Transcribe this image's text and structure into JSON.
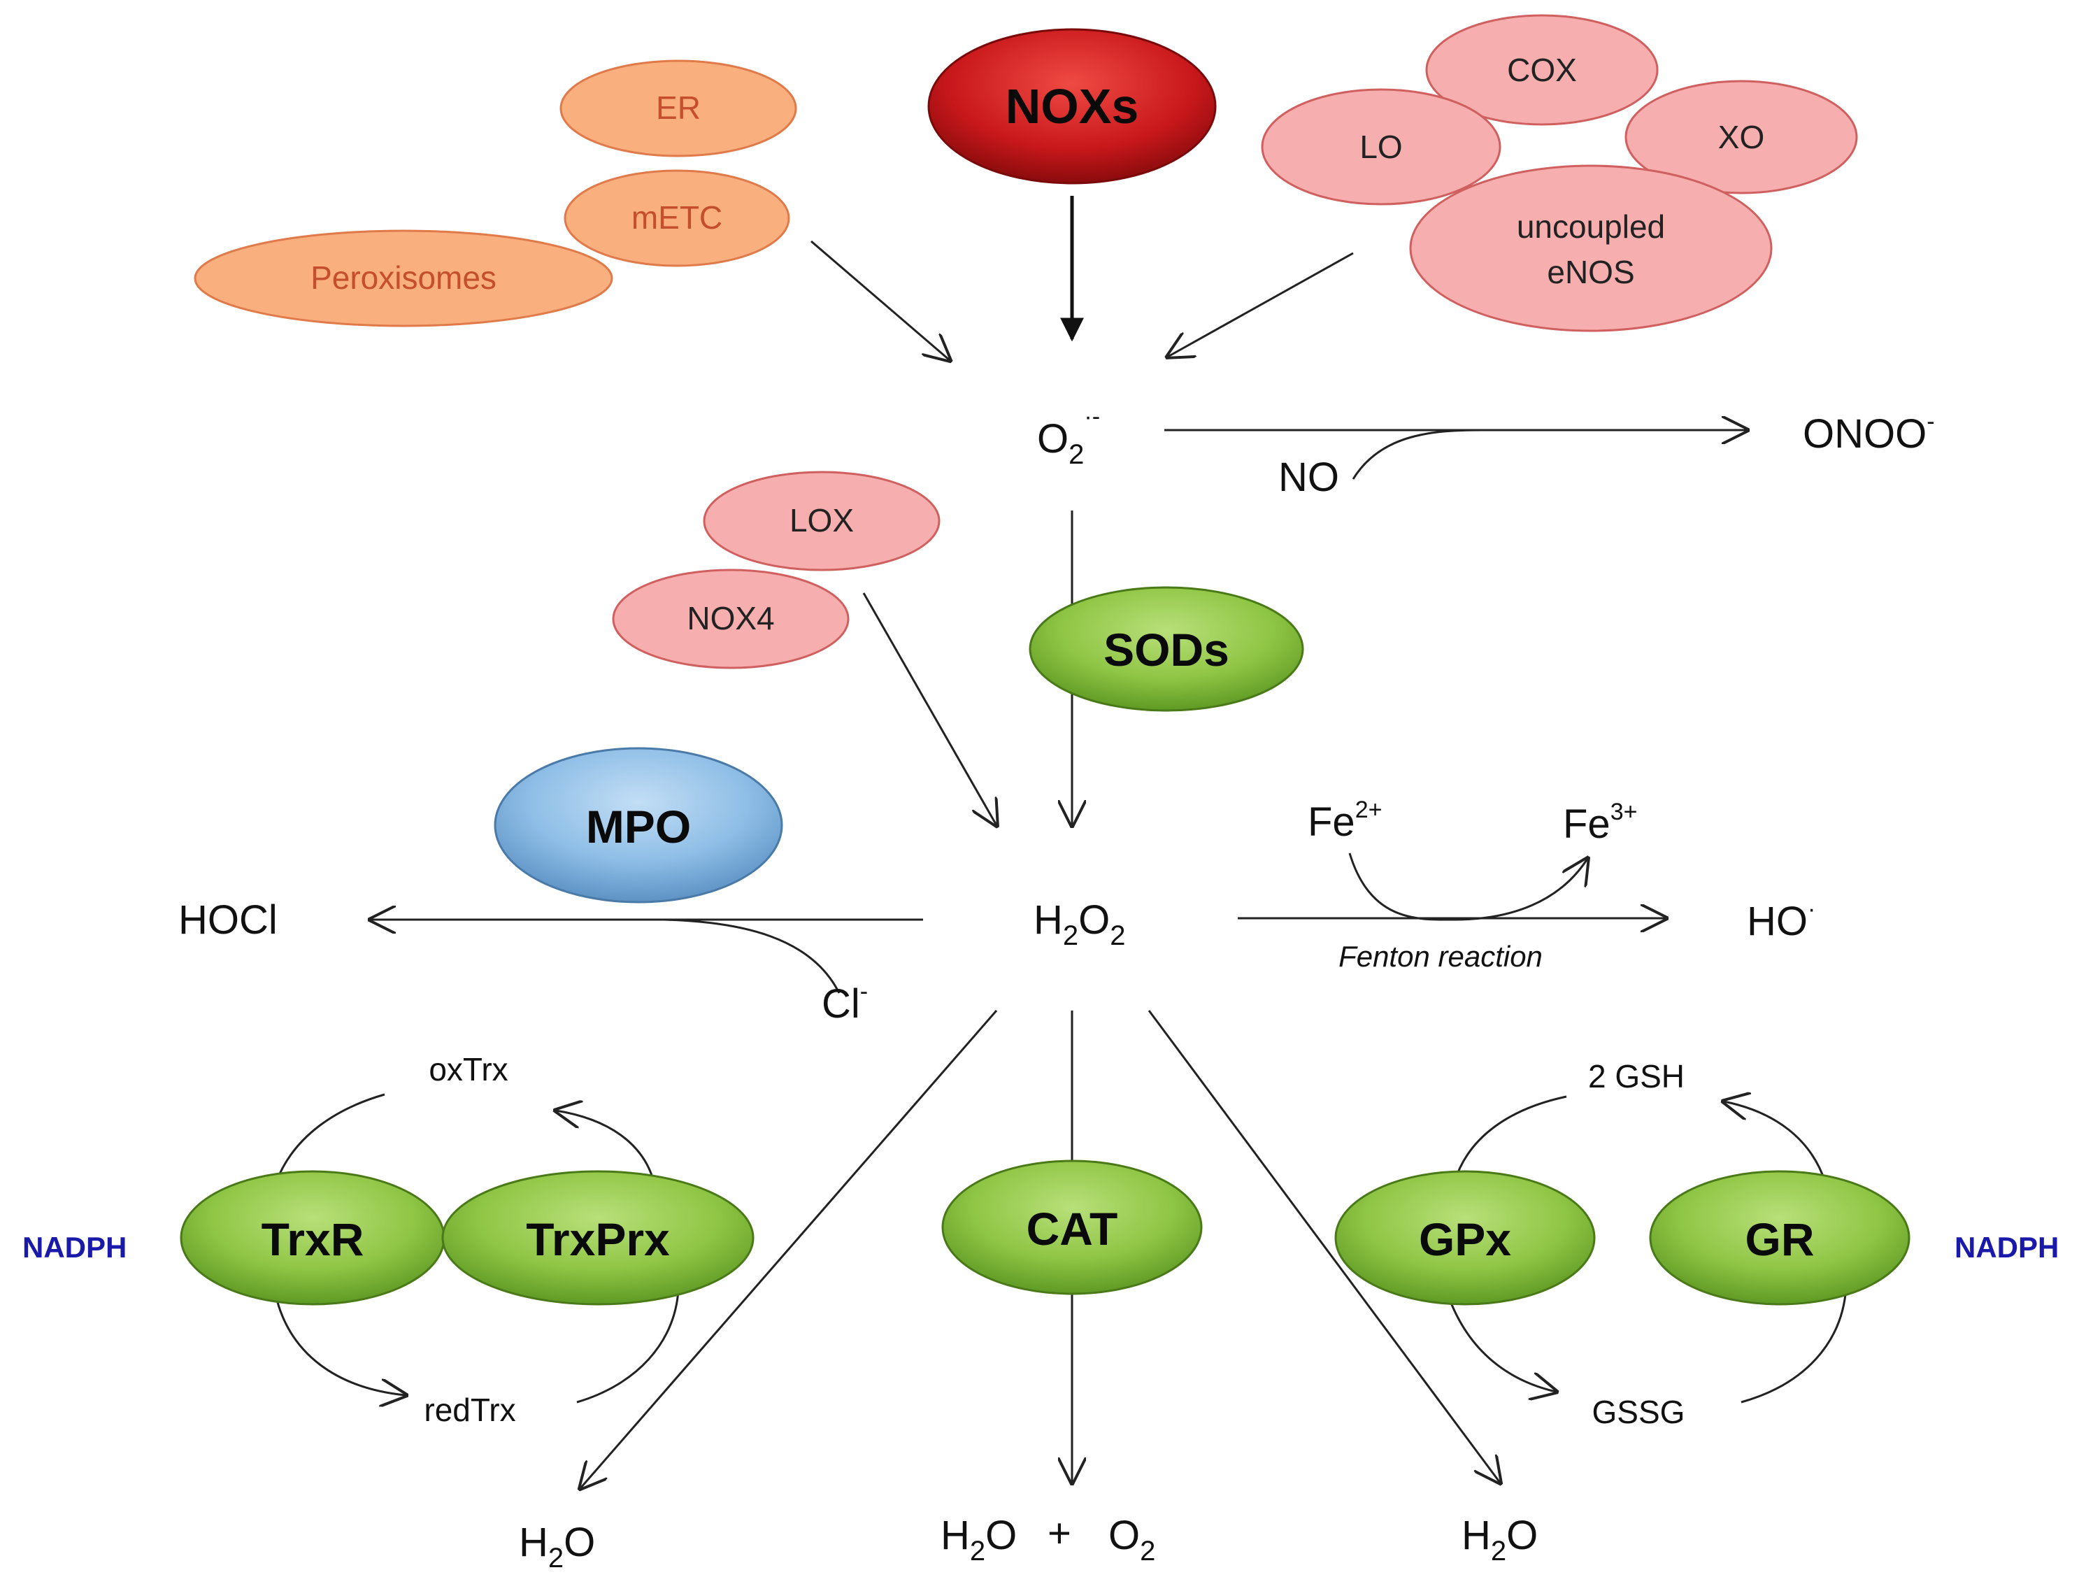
{
  "colors": {
    "organelle": "#f9b07e",
    "enzyme_pink": "#f6aeae",
    "nox_red": "#c9181b",
    "green": "#8fc544",
    "mpo_blue": "#8dbde6",
    "nadph_text": "#1a1aaa"
  },
  "sources": {
    "organelles": [
      "ER",
      "mETC",
      "Peroxisomes"
    ],
    "noxs": "NOXs",
    "enzymes": [
      "COX",
      "LO",
      "XO",
      "uncoupled",
      "eNOS"
    ],
    "h2o2_sources": [
      "LOX",
      "NOX4"
    ]
  },
  "species": {
    "superoxide": {
      "base": "O",
      "sub": "2",
      "sup": "·-"
    },
    "peroxynitrite": {
      "base": "ONOO",
      "sup": "-"
    },
    "no": "NO",
    "h2o2": {
      "a": "H",
      "sub1": "2",
      "b": "O",
      "sub2": "2"
    },
    "hocl": "HOCl",
    "chloride": {
      "base": "Cl",
      "sup": "-"
    },
    "fe2": {
      "base": "Fe",
      "sup": "2+"
    },
    "fe3": {
      "base": "Fe",
      "sup": "3+"
    },
    "hydroxyl": {
      "base": "HO",
      "sup": "·"
    },
    "fenton": "Fenton reaction",
    "water": {
      "a": "H",
      "sub": "2",
      "b": "O"
    },
    "oxygen": {
      "a": "O",
      "sub": "2"
    },
    "plus": "+"
  },
  "enzymes": {
    "sods": "SODs",
    "mpo": "MPO",
    "cat": "CAT",
    "trxr": "TrxR",
    "trxprx": "TrxPrx",
    "gpx": "GPx",
    "gr": "GR"
  },
  "cofactors": {
    "oxtrx": "oxTrx",
    "redtrx": "redTrx",
    "gsh": "2 GSH",
    "gssg": "GSSG",
    "nadph_left": "NADPH",
    "nadph_right": "NADPH"
  }
}
